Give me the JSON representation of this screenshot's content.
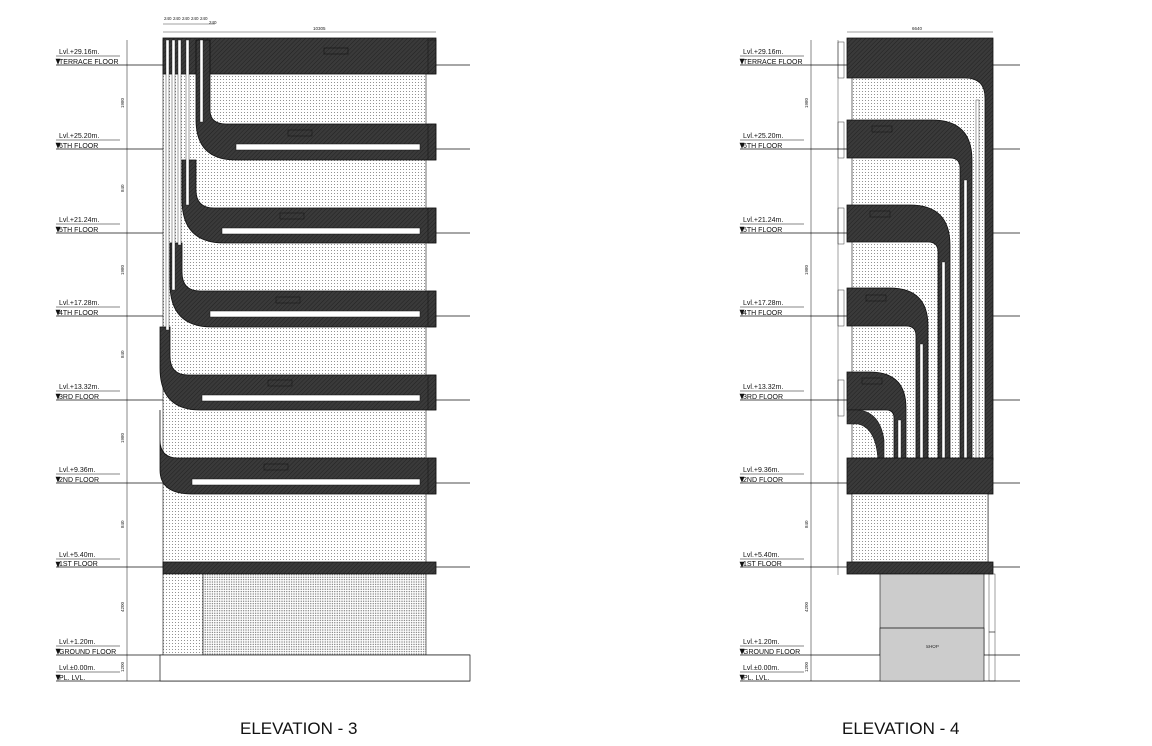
{
  "elevation_3": {
    "caption": "ELEVATION - 3",
    "levels": [
      {
        "value": "Lvl.+29.16m.",
        "name": "TERRACE FLOOR"
      },
      {
        "value": "Lvl.+25.20m.",
        "name": "6TH FLOOR"
      },
      {
        "value": "Lvl.+21.24m.",
        "name": "5TH FLOOR"
      },
      {
        "value": "Lvl.+17.28m.",
        "name": "4TH FLOOR"
      },
      {
        "value": "Lvl.+13.32m.",
        "name": "3RD FLOOR"
      },
      {
        "value": "Lvl.+9.36m.",
        "name": "2ND FLOOR"
      },
      {
        "value": "Lvl.+5.40m.",
        "name": "1ST FLOOR"
      },
      {
        "value": "Lvl.+1.20m.",
        "name": "GROUND FLOOR"
      },
      {
        "value": "Lvl.±0.00m.",
        "name": "PL. LVL."
      }
    ],
    "top_dims": [
      "240",
      "240",
      "240",
      "240",
      "240",
      "240"
    ],
    "overall_width": "10305",
    "side_dims": [
      "1980",
      "840",
      "1980",
      "840",
      "1980",
      "840",
      "4200",
      "1200"
    ]
  },
  "elevation_4": {
    "caption": "ELEVATION - 4",
    "levels": [
      {
        "value": "Lvl.+29.16m.",
        "name": "TERRACE FLOOR"
      },
      {
        "value": "Lvl.+25.20m.",
        "name": "6TH FLOOR"
      },
      {
        "value": "Lvl.+21.24m.",
        "name": "5TH FLOOR"
      },
      {
        "value": "Lvl.+17.28m.",
        "name": "4TH FLOOR"
      },
      {
        "value": "Lvl.+13.32m.",
        "name": "3RD FLOOR"
      },
      {
        "value": "Lvl.+9.36m.",
        "name": "2ND FLOOR"
      },
      {
        "value": "Lvl.+5.40m.",
        "name": "1ST FLOOR"
      },
      {
        "value": "Lvl.+1.20m.",
        "name": "GROUND FLOOR"
      },
      {
        "value": "Lvl.±0.00m.",
        "name": "PL. LVL."
      }
    ],
    "overall_width": "6640",
    "side_dims": [
      "1980",
      "1980",
      "840",
      "4200",
      "1200"
    ],
    "shop_label": "SHOP"
  },
  "colors": {
    "line": "#111111",
    "dark_band": "#3a3a3a",
    "band_light": "#cfcfcf"
  }
}
